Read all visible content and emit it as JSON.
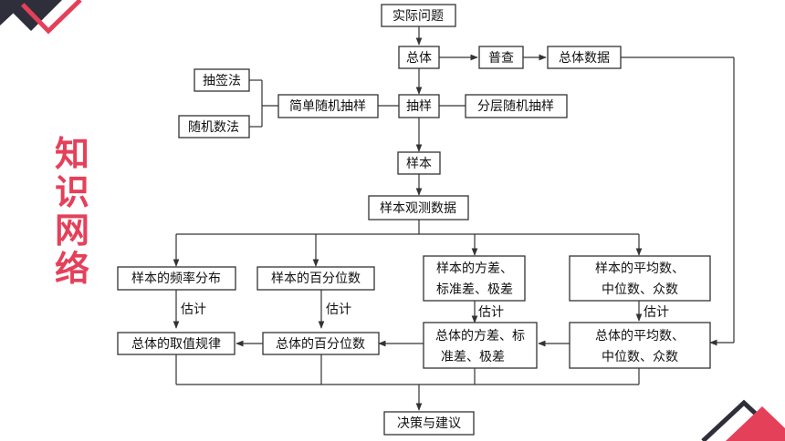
{
  "side_title": [
    "知",
    "识",
    "网",
    "络"
  ],
  "colors": {
    "accent": "#e5405a",
    "dark": "#2e2f3a",
    "line": "#333333"
  },
  "nodes": {
    "real_problem": "实际问题",
    "population": "总体",
    "census": "普查",
    "population_data": "总体数据",
    "lottery": "抽签法",
    "random_number": "随机数法",
    "srs": "简单随机抽样",
    "sampling": "抽样",
    "stratified": "分层随机抽样",
    "sample": "样本",
    "observed": "样本观测数据",
    "s_freq": "样本的频率分布",
    "s_pct": "样本的百分位数",
    "s_var": [
      "样本的方差、",
      "标准差、极差"
    ],
    "s_mean": [
      "样本的平均数、",
      "中位数、众数"
    ],
    "p_law": "总体的取值规律",
    "p_pct": "总体的百分位数",
    "p_var": [
      "总体的方差、标",
      "准差、极差"
    ],
    "p_mean": [
      "总体的平均数、",
      "中位数、众数"
    ],
    "decision": "决策与建议"
  },
  "edge_label": "估计"
}
